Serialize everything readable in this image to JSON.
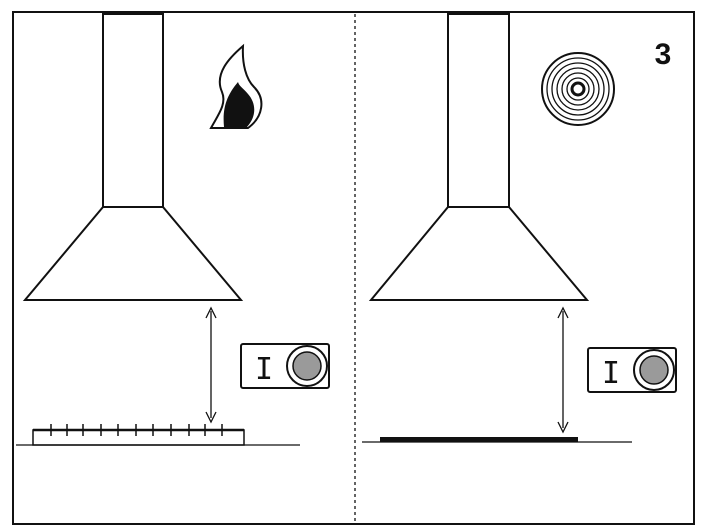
{
  "figure": {
    "panel_number": "3",
    "left_panel": {
      "cooktop_type": "gas",
      "icon": "flame-icon",
      "switch_label": "I"
    },
    "right_panel": {
      "cooktop_type": "electric",
      "icon": "electric-hotplate-icon",
      "switch_label": "I"
    },
    "colors": {
      "line": "#111111",
      "knob_fill": "#9a9a9a",
      "background": "#ffffff"
    }
  }
}
